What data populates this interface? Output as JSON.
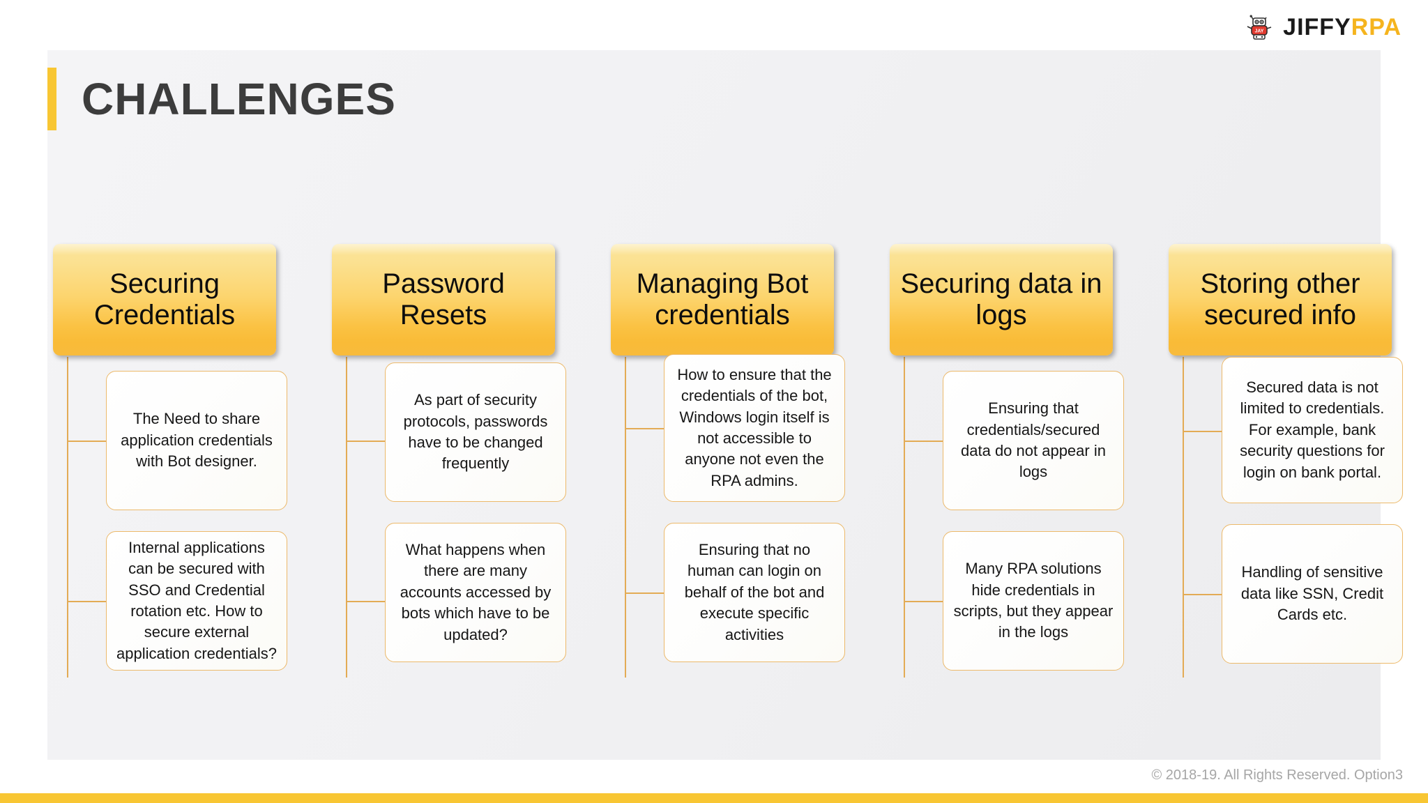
{
  "brand": {
    "mark_icon": "robot-mascot-icon",
    "name_primary": "JIFFY",
    "name_secondary": "RPA",
    "primary_color": "#1a1a1a",
    "secondary_color": "#f5b41e"
  },
  "header": {
    "title": "CHALLENGES",
    "accent_color": "#f8c633",
    "title_color": "#3c3c3c"
  },
  "columns": [
    {
      "heading": "Securing Credentials",
      "details": [
        "The Need to share application credentials with Bot designer.",
        "Internal applications can be secured with SSO and Credential rotation etc. How to secure external application credentials?"
      ]
    },
    {
      "heading": "Password Resets",
      "details": [
        "As part of security protocols, passwords have to be changed frequently",
        "What happens when there are many accounts accessed by bots which have to be updated?"
      ]
    },
    {
      "heading": "Managing Bot credentials",
      "details": [
        "How to ensure that the credentials of the bot, Windows login itself is not accessible to anyone not even the RPA admins.",
        "Ensuring that no human can login on behalf of the bot and execute specific activities"
      ]
    },
    {
      "heading": "Securing data in logs",
      "details": [
        "Ensuring that credentials/secured data do not appear in logs",
        "Many RPA solutions hide credentials in scripts, but they appear in the logs"
      ]
    },
    {
      "heading": "Storing other secured info",
      "details": [
        "Secured data is not limited to credentials. For example, bank security questions for login on bank portal.",
        "Handling of sensitive data like SSN, Credit Cards etc."
      ]
    }
  ],
  "footer": {
    "copyright": "© 2018-19. All Rights Reserved. Option3",
    "bar_color": "#f8c633",
    "text_color": "#a6a6a6"
  }
}
